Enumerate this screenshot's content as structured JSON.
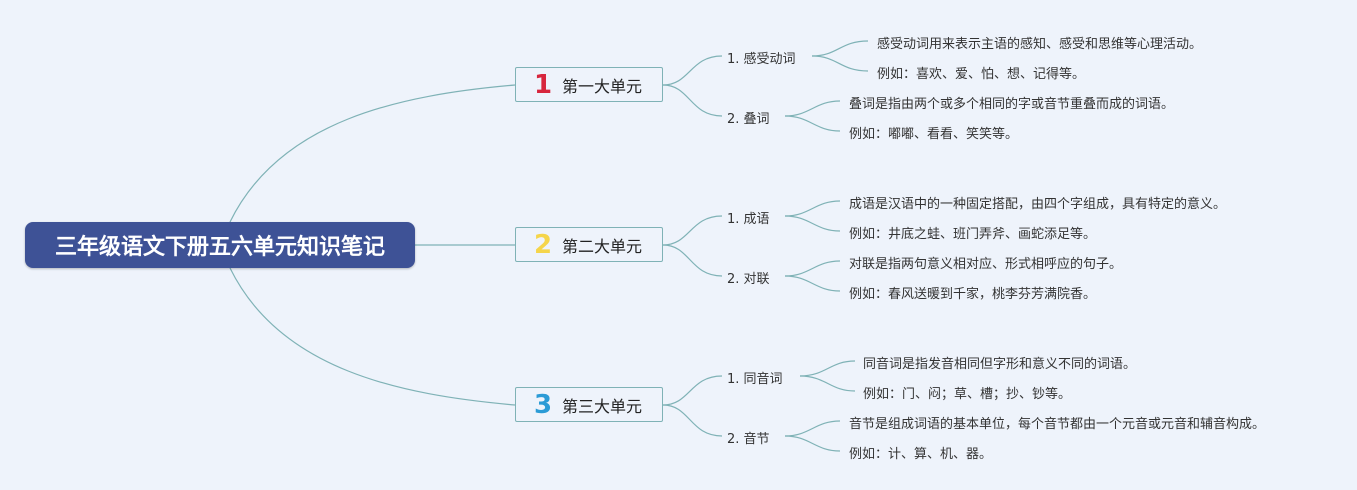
{
  "root": {
    "title": "三年级语文下册五六单元知识笔记"
  },
  "colors": {
    "root_bg": "#3e5296",
    "line": "#7fb2b6",
    "num1": "#d7263d",
    "num2": "#f5d54a",
    "num3": "#2b9bd6"
  },
  "units": [
    {
      "number": "1",
      "label": "第一大单元",
      "subs": [
        {
          "label": "1. 感受动词",
          "leaves": [
            "感受动词用来表示主语的感知、感受和思维等心理活动。",
            "例如：喜欢、爱、怕、想、记得等。"
          ]
        },
        {
          "label": "2. 叠词",
          "leaves": [
            "叠词是指由两个或多个相同的字或音节重叠而成的词语。",
            "例如：嘟嘟、看看、笑笑等。"
          ]
        }
      ]
    },
    {
      "number": "2",
      "label": "第二大单元",
      "subs": [
        {
          "label": "1. 成语",
          "leaves": [
            "成语是汉语中的一种固定搭配，由四个字组成，具有特定的意义。",
            "例如：井底之蛙、班门弄斧、画蛇添足等。"
          ]
        },
        {
          "label": "2. 对联",
          "leaves": [
            "对联是指两句意义相对应、形式相呼应的句子。",
            "例如：春风送暖到千家，桃李芬芳满院香。"
          ]
        }
      ]
    },
    {
      "number": "3",
      "label": "第三大单元",
      "subs": [
        {
          "label": "1. 同音词",
          "leaves": [
            "同音词是指发音相同但字形和意义不同的词语。",
            "例如：门、闷；草、槽；抄、钞等。"
          ]
        },
        {
          "label": "2. 音节",
          "leaves": [
            "音节是组成词语的基本单位，每个音节都由一个元音或元音和辅音构成。",
            "例如：计、算、机、器。"
          ]
        }
      ]
    }
  ]
}
